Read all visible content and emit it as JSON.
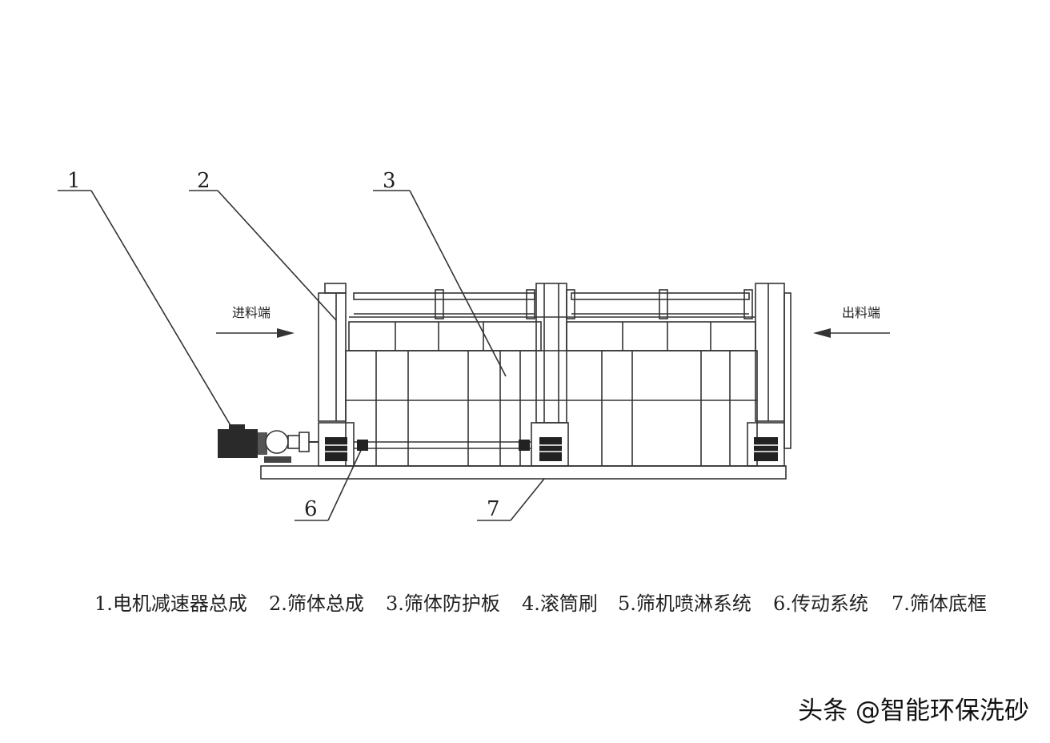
{
  "callouts": [
    "1",
    "2",
    "3",
    "6",
    "7"
  ],
  "inlet_label": "进料端",
  "outlet_label": "出料端",
  "legend": [
    "1.电机减速器总成",
    "2.筛体总成",
    "3.筛体防护板",
    "4.滚筒刷",
    "5.筛机喷淋系统",
    "6.传动系统",
    "7.筛体底框"
  ],
  "watermark": "头条 @智能环保洗砂",
  "colors": {
    "line": "#333333",
    "motor": "#2a2a2a",
    "background": "#ffffff"
  }
}
